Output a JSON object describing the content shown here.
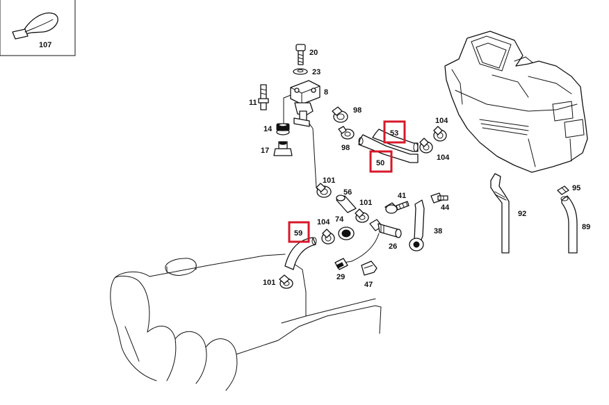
{
  "colors": {
    "highlight": "#d7182a",
    "ink": "#111111",
    "background": "#ffffff"
  },
  "inset": {
    "label": "107"
  },
  "labels": {
    "p20": "20",
    "p23": "23",
    "p8": "8",
    "p11": "11",
    "p14": "14",
    "p17": "17",
    "p98a": "98",
    "p98b": "98",
    "p104a": "104",
    "p104b": "104",
    "p104c": "104",
    "p101a": "101",
    "p101b": "101",
    "p101c": "101",
    "p56": "56",
    "p74": "74",
    "p41": "41",
    "p44": "44",
    "p38": "38",
    "p26": "26",
    "p29": "29",
    "p47": "47",
    "p92": "92",
    "p95": "95",
    "p89": "89"
  },
  "highlighted": {
    "p53": "53",
    "p50": "50",
    "p59": "59"
  }
}
